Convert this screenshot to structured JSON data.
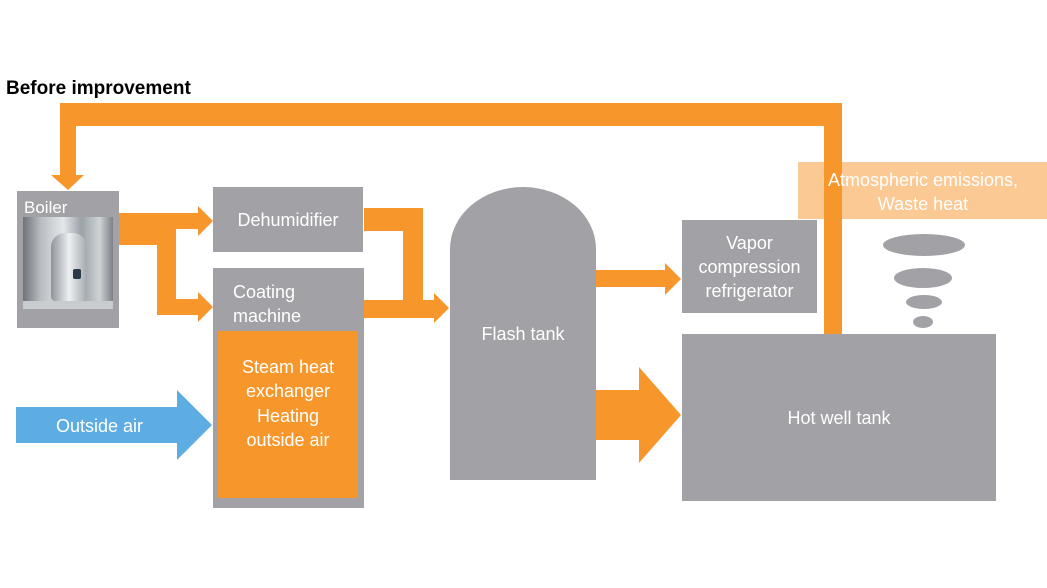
{
  "title": "Before improvement",
  "colors": {
    "steam": "#f7962a",
    "equipment": "#a2a1a6",
    "air": "#5dade2",
    "emission": "#fbc994"
  },
  "nodes": {
    "boiler": "Boiler",
    "dehumidifier": "Dehumidifier",
    "coating_machine": "Coating machine",
    "heat_exchanger_line1": "Steam heat exchanger",
    "heat_exchanger_line2": "Heating outside air",
    "flash_tank": "Flash tank",
    "vapor_refrigerator": "Vapor compression refrigerator",
    "hot_well_tank": "Hot well tank",
    "emissions": "Atmospheric emissions, Waste heat",
    "outside_air": "Outside air"
  }
}
